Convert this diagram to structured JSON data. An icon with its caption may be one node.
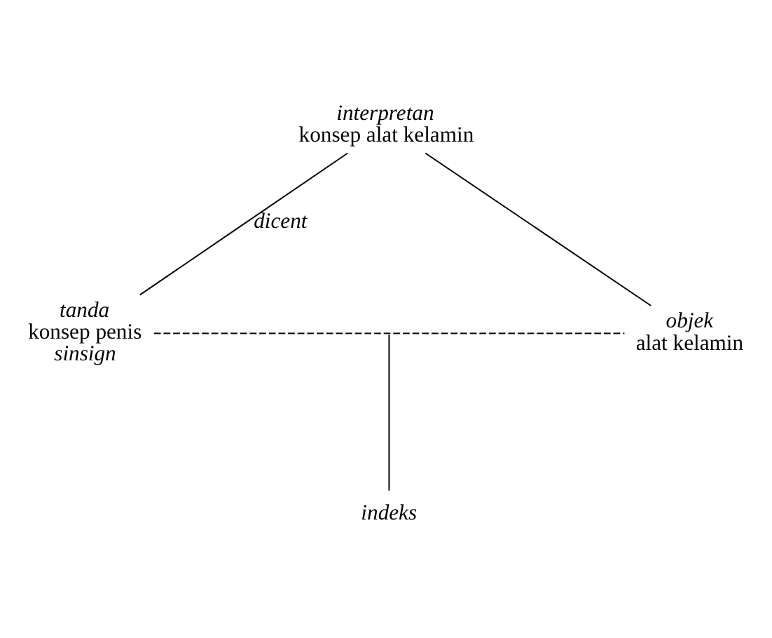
{
  "diagram": {
    "nodes": [
      {
        "text": [
          "interpretan",
          "konsep alat kelamin"
        ]
      },
      {
        "text": [
          "tanda",
          "konsep penis"
        ],
        "beside": [
          "sinsign"
        ]
      },
      {
        "text": [
          "objek",
          "alat kelamin"
        ]
      },
      {
        "text": [
          "indeks"
        ]
      }
    ],
    "edges": [
      {
        "from": 0,
        "to": 1,
        "arrow": "none",
        "label": "dicent"
      },
      {
        "from": 0,
        "to": 2,
        "arrow": "none"
      },
      {
        "from": 1,
        "to": 2,
        "arrow": "none",
        "style": "dashed"
      },
      {
        "from": null,
        "to": 3,
        "arrow": "none"
      }
    ]
  }
}
